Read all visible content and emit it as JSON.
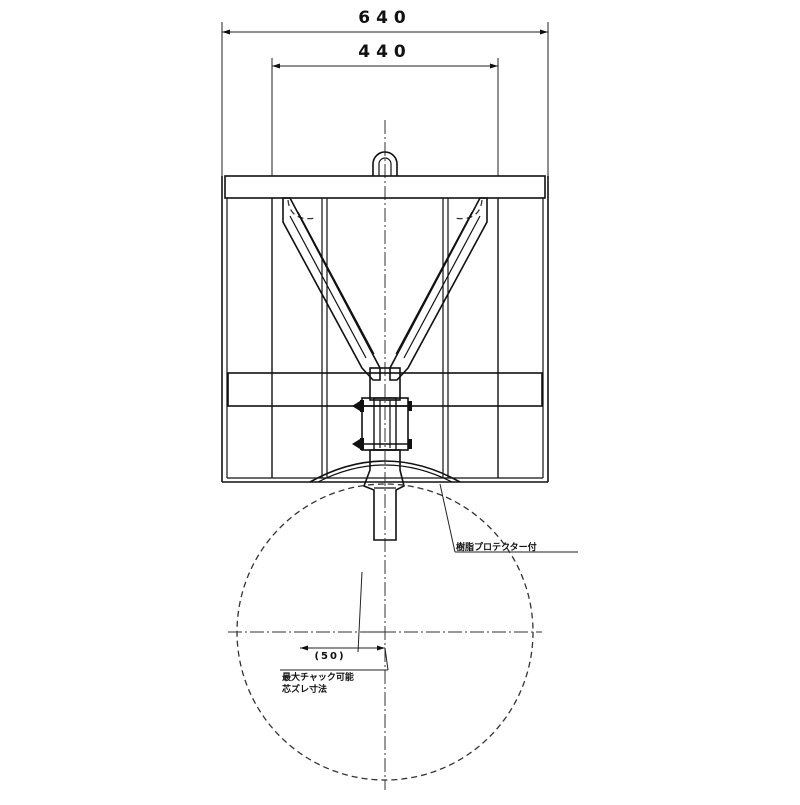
{
  "drawing": {
    "dimension_overall": "640",
    "dimension_inner": "440",
    "label_protector": "樹脂プロテクター付",
    "dimension_offset": "(50)",
    "label_chuck_line1": "最大チャック可能",
    "label_chuck_line2": "芯ズレ寸法"
  }
}
